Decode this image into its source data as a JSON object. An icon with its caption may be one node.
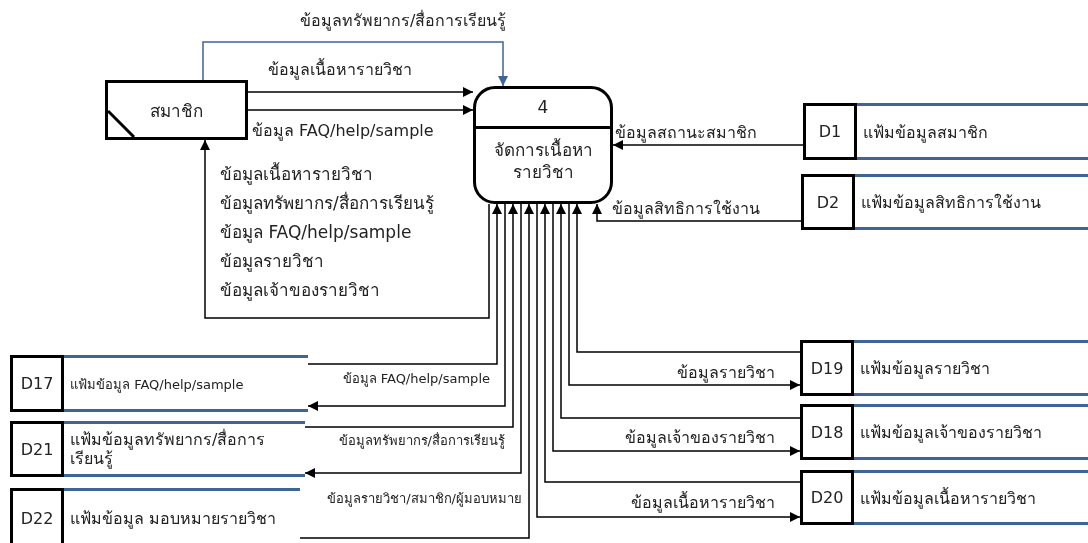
{
  "diagram": {
    "nodes": [
      {
        "text": [
          "สมาชิก"
        ]
      },
      {
        "text": [
          "4",
          "จัดการเนื้อหารายวิชา"
        ]
      },
      {
        "text": [
          "D1",
          "แฟ้มข้อมูลสมาชิก"
        ]
      },
      {
        "text": [
          "D2",
          "แฟ้มข้อมูลสิทธิการใช้งาน"
        ]
      },
      {
        "text": [
          "D17",
          "แฟ้มข้อมูล FAQ/help/sample"
        ]
      },
      {
        "text": [
          "D19",
          "แฟ้มข้อมูลรายวิชา"
        ]
      },
      {
        "text": [
          "D21",
          "แฟ้มข้อมูลทรัพยากร/สื่อการเรียนรู้"
        ]
      },
      {
        "text": [
          "D18",
          "แฟ้มข้อมูลเจ้าของรายวิชา"
        ]
      },
      {
        "text": [
          "D22",
          "แฟ้มข้อมูล มอบหมายรายวิชา"
        ]
      },
      {
        "text": [
          "D20",
          "แฟ้มข้อมูลเนื้อหารายวิชา"
        ]
      }
    ],
    "edges": [
      {
        "from": 0,
        "to": 1,
        "arrow": "to",
        "label": "ข้อมูลทรัพยากร/สื่อการเรียนรู้",
        "color": "#3f6496"
      },
      {
        "from": 0,
        "to": 1,
        "arrow": "to",
        "label": "ข้อมูลเนื้อหารายวิชา"
      },
      {
        "from": 0,
        "to": 1,
        "arrow": "to",
        "label": "ข้อมูล FAQ/help/sample"
      },
      {
        "from": 1,
        "to": 0,
        "arrow": "to"
      },
      {
        "from": 2,
        "to": 1,
        "arrow": "to",
        "label": "ข้อมูลสถานะสมาชิก"
      },
      {
        "from": 3,
        "to": 1,
        "arrow": "to",
        "label": "ข้อมูลสิทธิการใช้งาน"
      },
      {
        "from": 4,
        "to": 1,
        "arrow": "to",
        "label": "ข้อมูล FAQ/help/sample"
      },
      {
        "from": 1,
        "to": 4,
        "arrow": "to"
      },
      {
        "from": 6,
        "to": 1,
        "arrow": "to",
        "label": "ข้อมูลทรัพยากร/สื่อการเรียนรู้"
      },
      {
        "from": 1,
        "to": 6,
        "arrow": "to"
      },
      {
        "from": 8,
        "to": 1,
        "arrow": "to",
        "label": "ข้อมูลรายวิชา/สมาชิก/ผู้มอบหมาย"
      },
      {
        "from": 5,
        "to": 1,
        "arrow": "to"
      },
      {
        "from": 1,
        "to": 5,
        "arrow": "to",
        "label": "ข้อมูลรายวิชา"
      },
      {
        "from": 7,
        "to": 1,
        "arrow": "to"
      },
      {
        "from": 1,
        "to": 7,
        "arrow": "to",
        "label": "ข้อมูลเจ้าของรายวิชา"
      },
      {
        "from": 9,
        "to": 1,
        "arrow": "to"
      },
      {
        "from": 1,
        "to": 9,
        "arrow": "to",
        "label": "ข้อมูลเนื้อหารายวิชา"
      }
    ],
    "labels": [
      "ข้อมูลเนื้อหารายวิชา",
      "ข้อมูลทรัพยากร/สื่อการเรียนรู้",
      "ข้อมูล FAQ/help/sample",
      "ข้อมูลรายวิชา",
      "ข้อมูลเจ้าของรายวิชา"
    ]
  }
}
